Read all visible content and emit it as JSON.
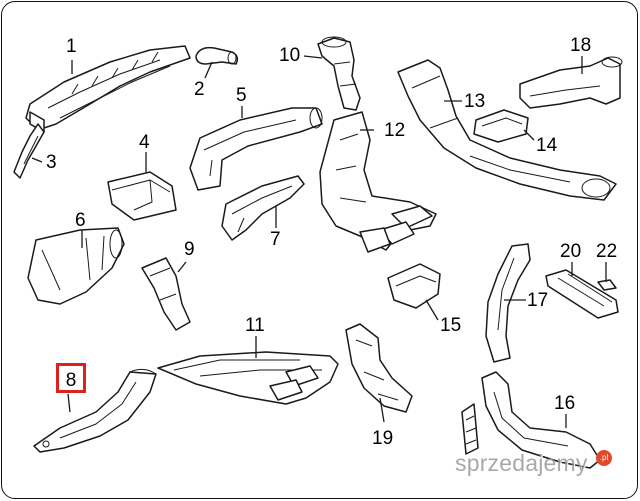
{
  "diagram": {
    "callouts": {
      "c1": "1",
      "c2": "2",
      "c3": "3",
      "c4": "4",
      "c5": "5",
      "c6": "6",
      "c7": "7",
      "c8": "8",
      "c9": "9",
      "c10": "10",
      "c11": "11",
      "c12": "12",
      "c13": "13",
      "c14": "14",
      "c15": "15",
      "c16": "16",
      "c17": "17",
      "c18": "18",
      "c19": "19",
      "c20": "20",
      "c22": "22"
    },
    "highlighted_part": "8",
    "highlight_color": "#d9231c",
    "line_color": "#1a1a1a"
  },
  "watermark": {
    "text": "sprzedajemy",
    "badge": ".pl",
    "badge_color": "#e04a2a"
  }
}
